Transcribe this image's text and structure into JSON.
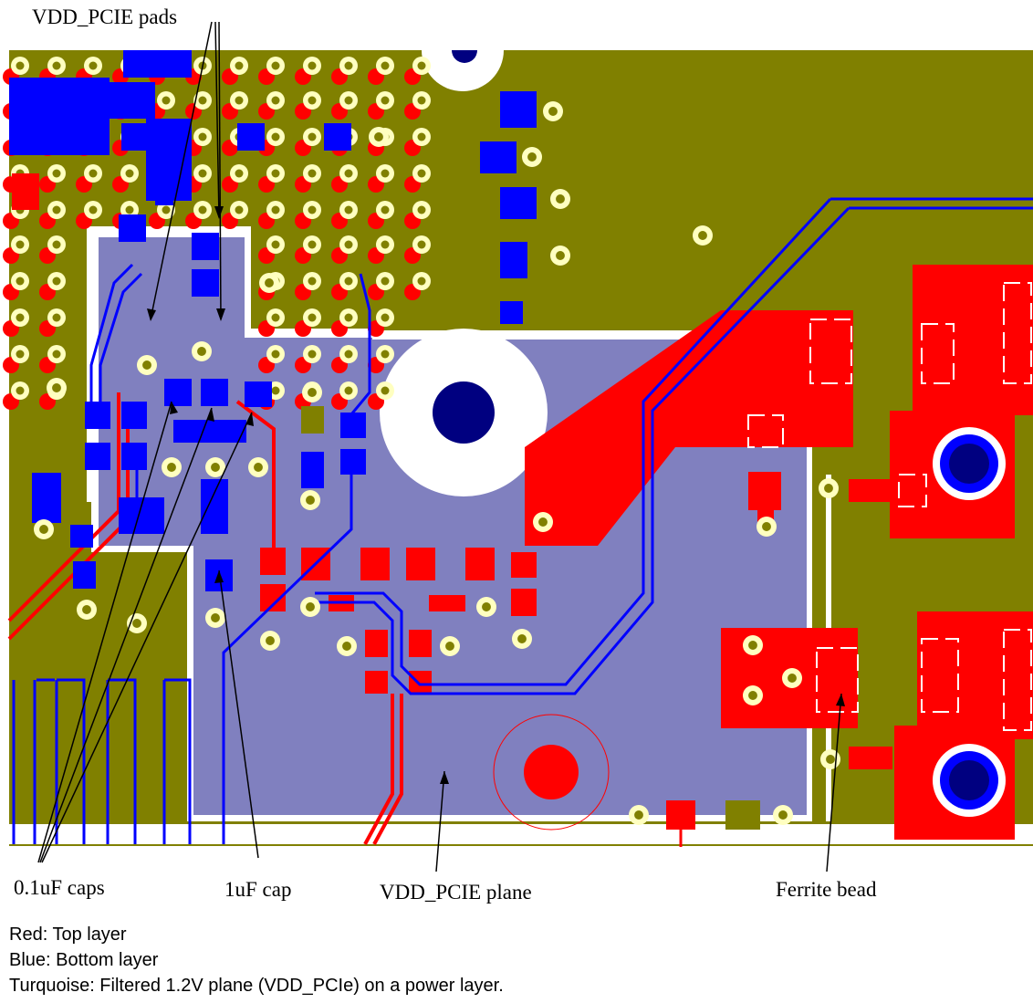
{
  "labels": {
    "vdd_pcie_pads": "VDD_PCIE pads",
    "caps_01uf": "0.1uF caps",
    "cap_1uf": "1uF cap",
    "vdd_pcie_plane": "VDD_PCIE plane",
    "ferrite_bead": "Ferrite bead"
  },
  "legend": {
    "red": "Red: Top layer",
    "blue": "Blue: Bottom layer",
    "turquoise": "Turquoise: Filtered 1.2V plane (VDD_PCIe) on a power layer."
  },
  "colors": {
    "ground_plane": "#808000",
    "vdd_plane": "#8080bf",
    "top_layer": "#ff0000",
    "bottom_layer": "#0000ff",
    "via_pad": "#ffffc0",
    "drill": "#000080"
  }
}
